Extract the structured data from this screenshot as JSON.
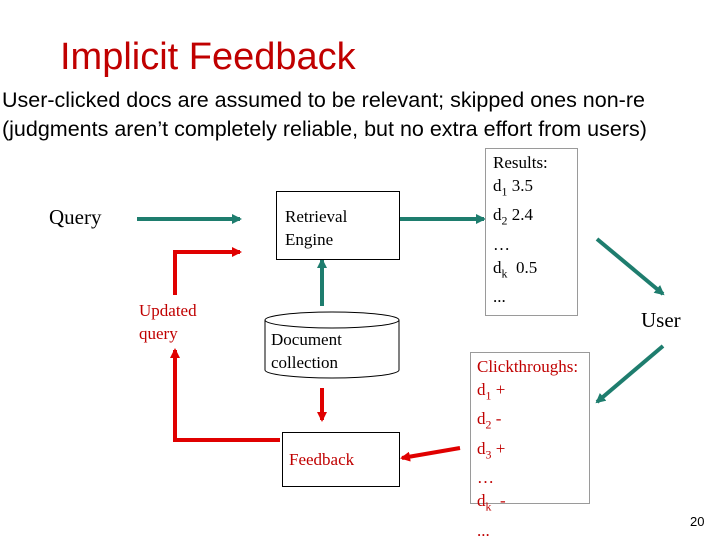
{
  "title": "Implicit Feedback",
  "subtitle_line1": "User-clicked docs are assumed to be relevant; skipped ones non-re",
  "subtitle_line2": "(judgments aren’t completely reliable, but no extra effort from users)",
  "diagram": {
    "query": "Query",
    "retrieval_engine": [
      "Retrieval",
      "Engine"
    ],
    "updated_query": [
      "Updated",
      "query"
    ],
    "document_collection": [
      "Document",
      "collection"
    ],
    "feedback": "Feedback",
    "user": "User",
    "results": {
      "heading": "Results:",
      "rows": [
        {
          "doc": "d",
          "sub": "1",
          "value": "3.5"
        },
        {
          "doc": "d",
          "sub": "2",
          "value": "2.4"
        },
        {
          "text": "…"
        },
        {
          "doc": "d",
          "sub": "k",
          "value": "0.5"
        },
        {
          "text": "..."
        }
      ]
    },
    "clickthroughs": {
      "heading": "Clickthroughs:",
      "rows": [
        {
          "doc": "d",
          "sub": "1",
          "value": "+"
        },
        {
          "doc": "d",
          "sub": "2",
          "value": "-"
        },
        {
          "doc": "d",
          "sub": "3",
          "value": "+"
        },
        {
          "text": "…"
        },
        {
          "doc": "d",
          "sub": "k",
          "value": "-"
        },
        {
          "text": "..."
        }
      ]
    }
  },
  "page_number": "20",
  "colors": {
    "title": "#c00000",
    "teal_arrow": "#1e7d6e",
    "red_arrow": "#e00000",
    "red_text": "#c00000"
  }
}
